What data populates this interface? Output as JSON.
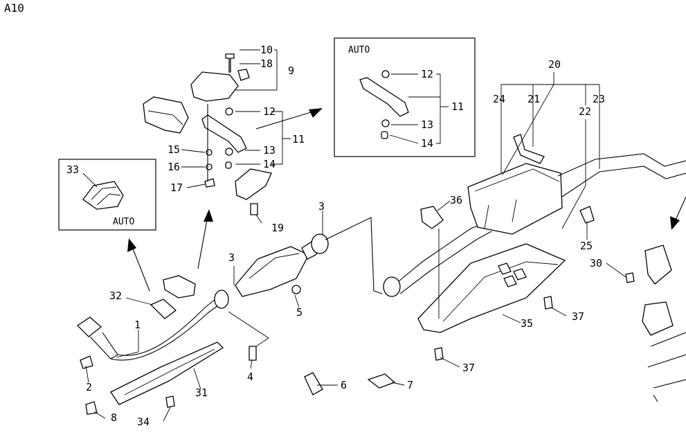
{
  "diagram": {
    "code": "A10",
    "auto_label": "AUTO",
    "parts": [
      "1",
      "2",
      "3",
      "4",
      "5",
      "6",
      "7",
      "8",
      "9",
      "10",
      "11",
      "12",
      "13",
      "14",
      "15",
      "16",
      "17",
      "18",
      "19",
      "20",
      "21",
      "22",
      "23",
      "24",
      "25",
      "30",
      "31",
      "32",
      "33",
      "34",
      "35",
      "36",
      "37"
    ]
  }
}
